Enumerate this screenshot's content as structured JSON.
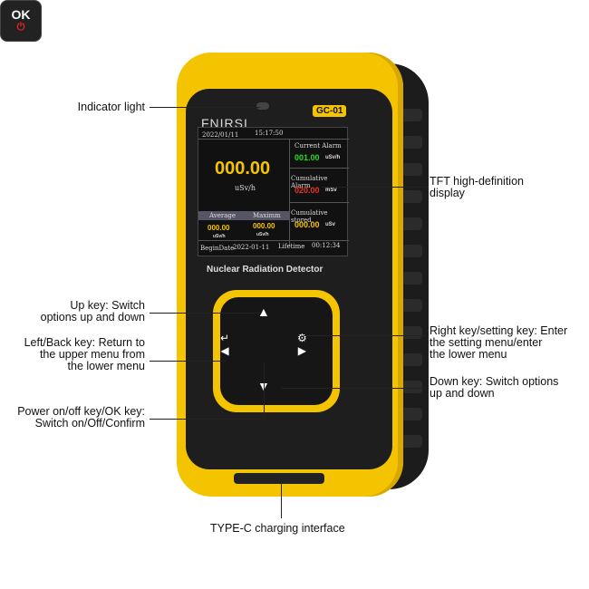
{
  "device": {
    "brand": "FNIRSI",
    "model": "GC-01",
    "product_name": "Nuclear Radiation Detector",
    "screen": {
      "date": "2022/01/11",
      "time": "15:17:50",
      "main_value": "000.00",
      "main_unit": "uSv/h",
      "current_alarm_label": "Current Alarm",
      "current_alarm_value": "001.00",
      "current_alarm_unit": "uSv/h",
      "cumulative_alarm_label": "Cumulative Alarm",
      "cumulative_alarm_value": "020.00",
      "cumulative_alarm_unit": "mSv",
      "average_label": "Average",
      "average_value": "000.00",
      "average_unit": "uSv/h",
      "maximum_label": "Maximm",
      "maximum_value": "000.00",
      "maximum_unit": "uSv/h",
      "cumulative_stored_label": "Cumulative stored",
      "cumulative_stored_value": "000.00",
      "cumulative_stored_unit": "uSv",
      "begin_date_label": "BeginDate",
      "begin_date": "2022-01-11",
      "lifetime_label": "Lifetime",
      "lifetime": "00:12:34"
    },
    "keys": {
      "ok": "OK"
    }
  },
  "annotations": {
    "indicator": "Indicator light",
    "tft": [
      "TFT high-definition",
      "display"
    ],
    "up": [
      "Up key: Switch",
      "options up and down"
    ],
    "left": [
      "Left/Back key: Return to",
      "the upper menu from",
      "the lower menu"
    ],
    "power": [
      "Power on/off key/OK key:",
      "Switch on/Off/Confirm"
    ],
    "right": [
      "Right key/setting key: Enter",
      "the setting menu/enter",
      "the lower menu"
    ],
    "down": [
      "Down key: Switch options",
      "up and down"
    ],
    "typec": "TYPE-C charging interface"
  },
  "colors": {
    "yellow": "#f5c400",
    "green": "#22dd22",
    "red": "#ee3322"
  }
}
